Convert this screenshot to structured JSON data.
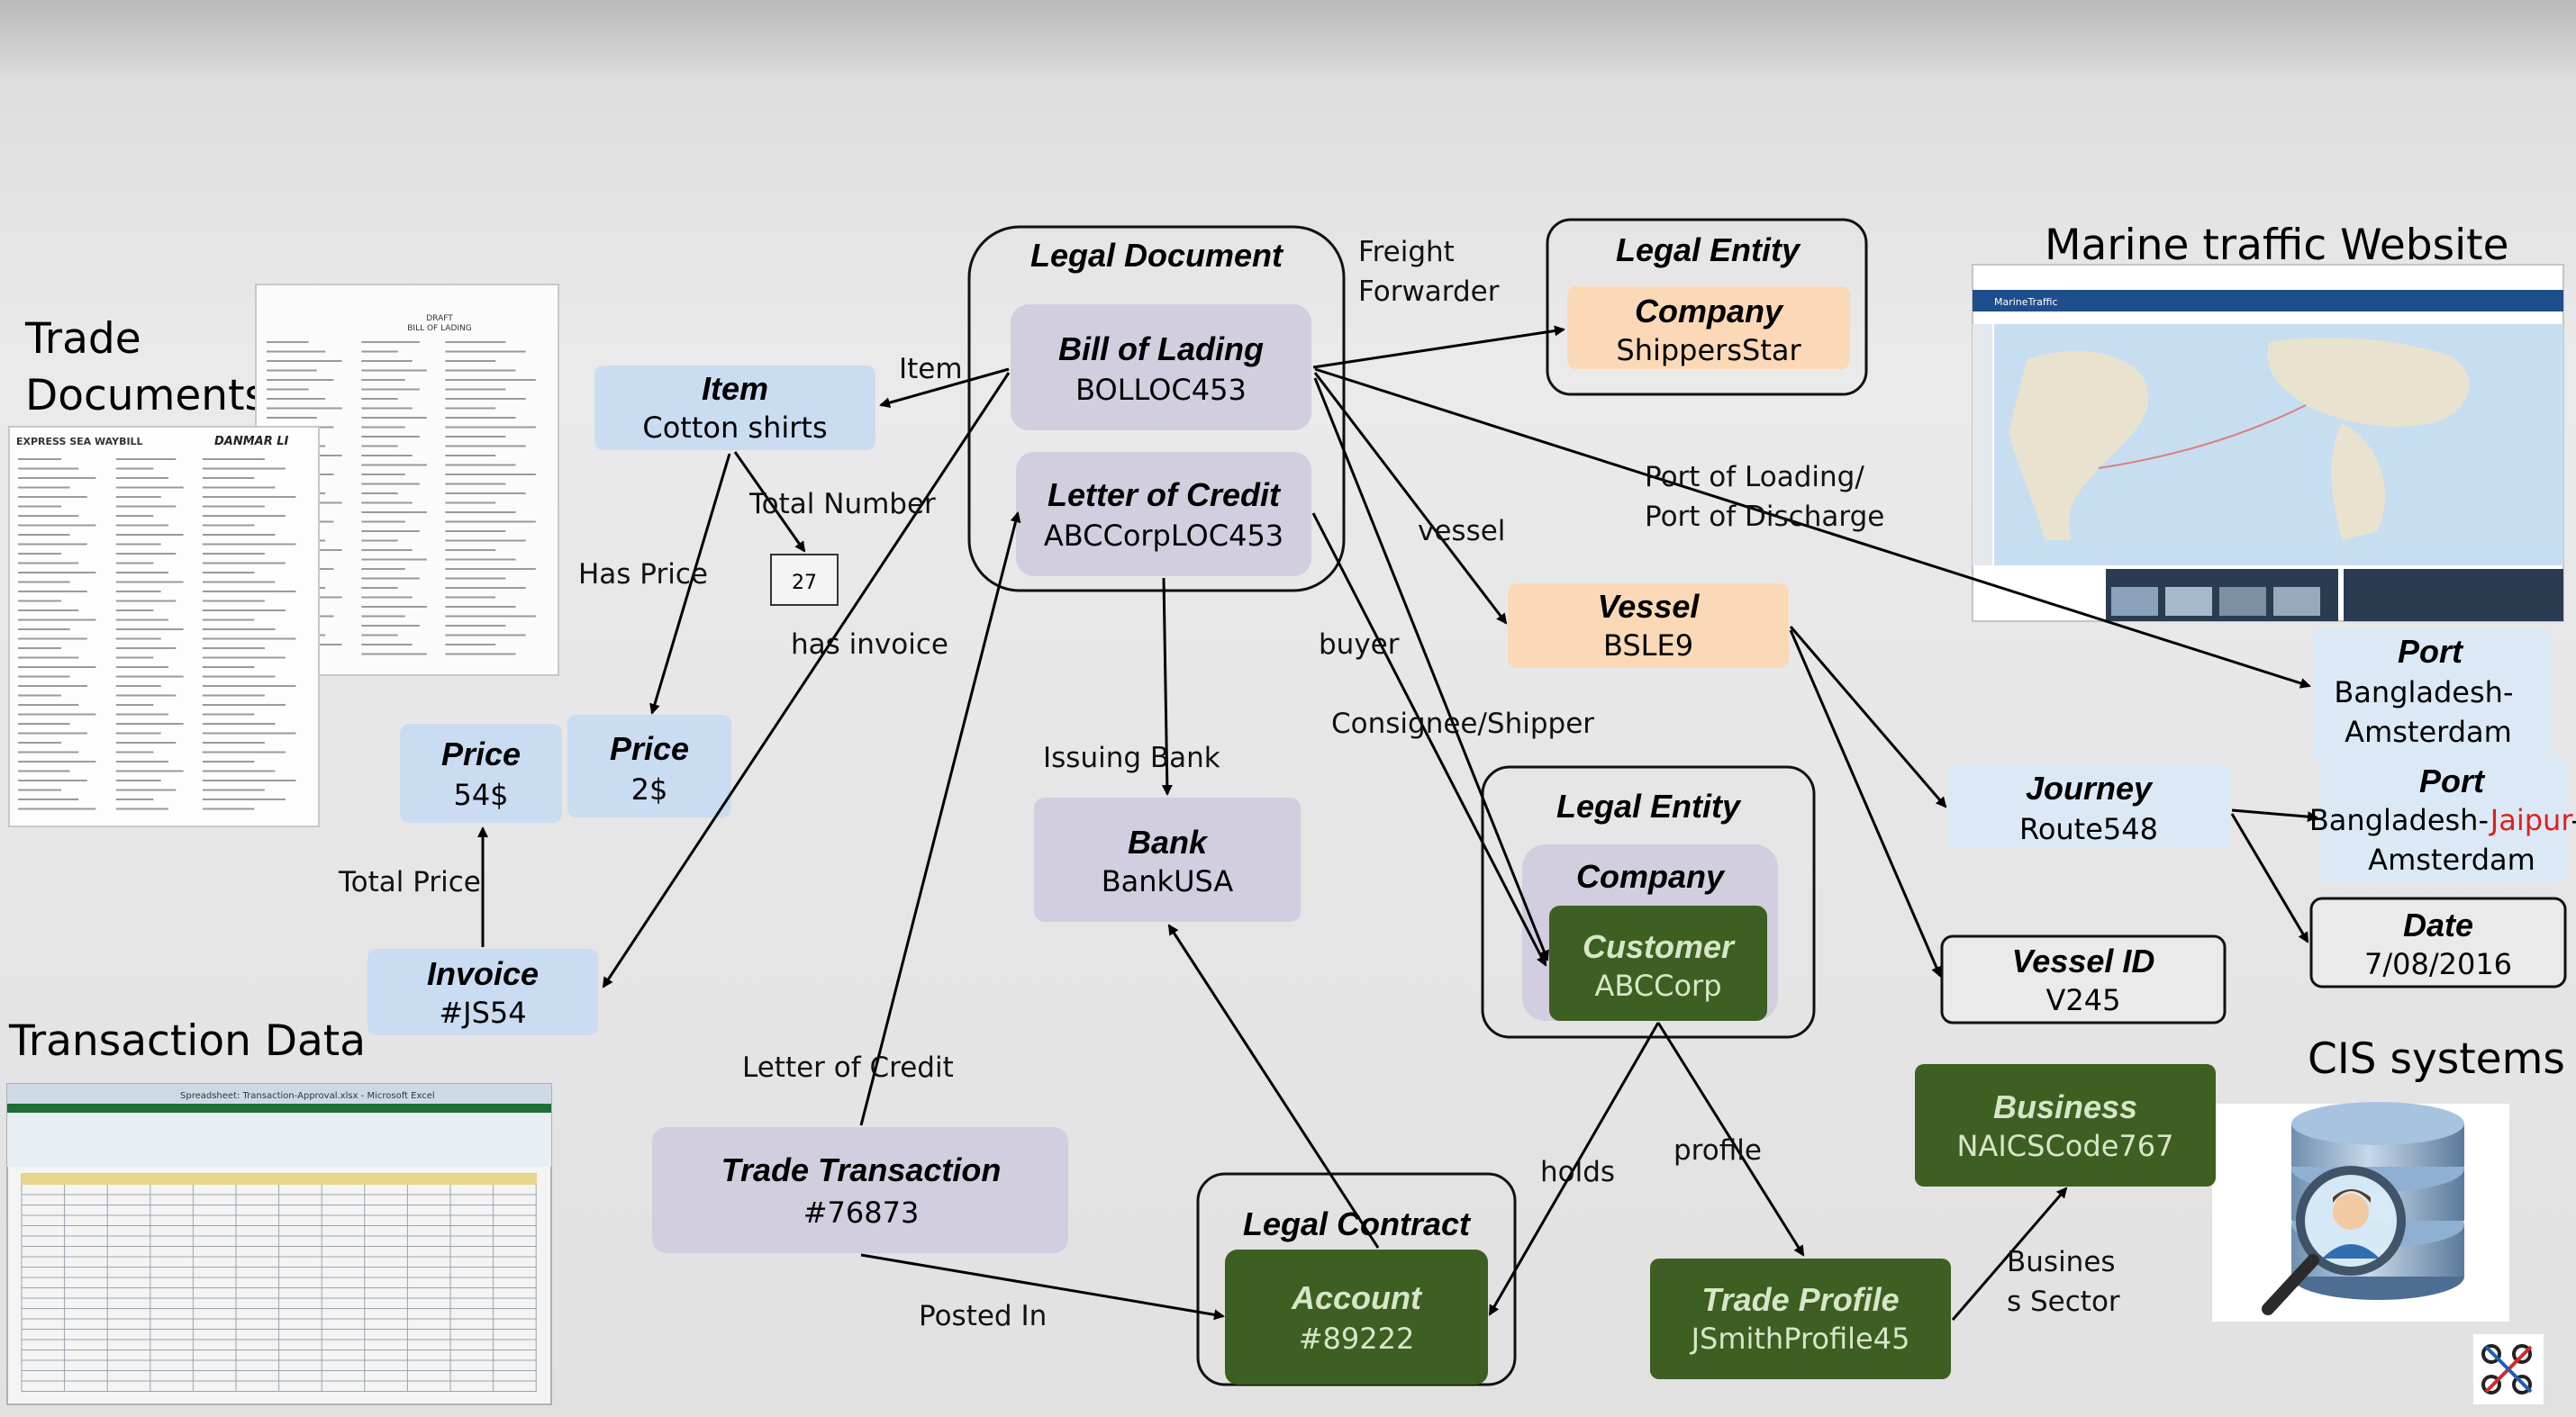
{
  "sections": {
    "trade_documents": "Trade\nDocuments",
    "transaction_data": "Transaction Data",
    "marine_traffic": "Marine traffic Website",
    "cis_systems": "CIS systems"
  },
  "thumbnails": {
    "waybill_header": "EXPRESS SEA WAYBILL",
    "waybill_brand": "DANMAR LI",
    "draft_title": "DRAFT\nBILL OF LADING",
    "spreadsheet_title": "Spreadsheet: Transaction-Approval.xlsx - Microsoft Excel",
    "marine_site_name": "MarineTraffic"
  },
  "nodes": {
    "legal_document": {
      "title": "Legal Document"
    },
    "bill_of_lading": {
      "title": "Bill of Lading",
      "sub": "BOLLOC453"
    },
    "letter_of_credit": {
      "title": "Letter of Credit",
      "sub": "ABCCorpLOC453"
    },
    "legal_entity_top": {
      "title": "Legal Entity"
    },
    "company_top": {
      "title": "Company",
      "sub": "ShippersStar"
    },
    "item": {
      "title": "Item",
      "sub": "Cotton shirts"
    },
    "total_number_value": "27",
    "price_54": {
      "title": "Price",
      "sub": "54$"
    },
    "price_2": {
      "title": "Price",
      "sub": "2$"
    },
    "invoice": {
      "title": "Invoice",
      "sub": "#JS54"
    },
    "vessel": {
      "title": "Vessel",
      "sub": "BSLE9"
    },
    "bank": {
      "title": "Bank",
      "sub": "BankUSA"
    },
    "legal_entity_mid": {
      "title": "Legal Entity"
    },
    "company_mid": {
      "title": "Company"
    },
    "customer": {
      "title": "Customer",
      "sub": "ABCCorp"
    },
    "port_1": {
      "title": "Port",
      "sub": "Bangladesh-\nAmsterdam"
    },
    "journey": {
      "title": "Journey",
      "sub": "Route548"
    },
    "port_2": {
      "title": "Port",
      "sub_pre": "Bangladesh-",
      "sub_highlight": "Jaipur",
      "sub_post": "-\nAmsterdam"
    },
    "date": {
      "title": "Date",
      "sub": "7/08/2016"
    },
    "vessel_id": {
      "title": "Vessel ID",
      "sub": "V245"
    },
    "business": {
      "title": "Business",
      "sub": "NAICSCode767"
    },
    "trade_transaction": {
      "title": "Trade Transaction",
      "sub": "#76873"
    },
    "legal_contract": {
      "title": "Legal Contract"
    },
    "account": {
      "title": "Account",
      "sub": "#89222"
    },
    "trade_profile": {
      "title": "Trade Profile",
      "sub": "JSmithProfile45"
    }
  },
  "edge_labels": {
    "item": "Item",
    "freight_forwarder": "Freight\nForwarder",
    "total_number": "Total Number",
    "has_price": "Has Price",
    "has_invoice": "has invoice",
    "vessel": "vessel",
    "port_loading": "Port of Loading/\nPort of Discharge",
    "buyer": "buyer",
    "issuing_bank": "Issuing Bank",
    "consignee_shipper": "Consignee/Shipper",
    "total_price": "Total Price",
    "letter_of_credit": "Letter of Credit",
    "posted_in": "Posted In",
    "holds": "holds",
    "profile": "profile",
    "business_sector": "Busines\ns Sector"
  },
  "colors": {
    "blue_node": "#c9dcf2",
    "purple_node": "#d3cde0",
    "orange_node": "#fbd9b7",
    "green_node": "#3d5f22",
    "green_text": "#d7e6c8",
    "highlight_red": "#e0201b"
  }
}
